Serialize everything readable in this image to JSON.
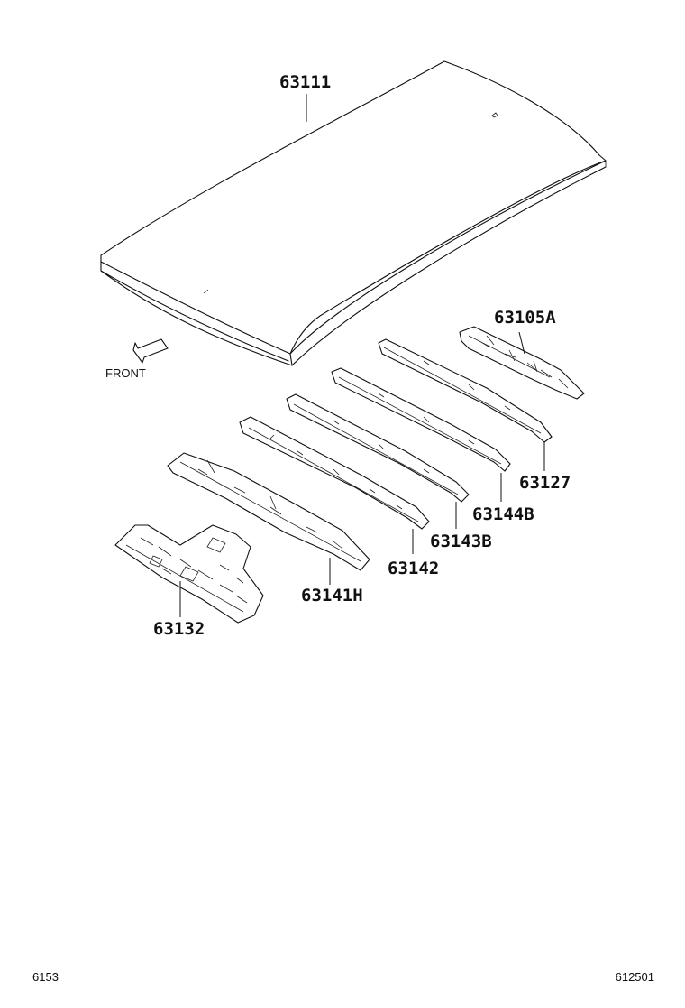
{
  "diagram": {
    "front_label": "FRONT",
    "parts": [
      {
        "id": "roof",
        "label": "63111"
      },
      {
        "id": "rear-rail",
        "label": "63105A"
      },
      {
        "id": "bow-1",
        "label": "63127"
      },
      {
        "id": "bow-2",
        "label": "63144B"
      },
      {
        "id": "bow-3",
        "label": "63143B"
      },
      {
        "id": "bow-4",
        "label": "63142"
      },
      {
        "id": "bow-5",
        "label": "63141H"
      },
      {
        "id": "front-header",
        "label": "63132"
      }
    ]
  },
  "footer": {
    "left_code": "6153",
    "right_code": "612501"
  }
}
